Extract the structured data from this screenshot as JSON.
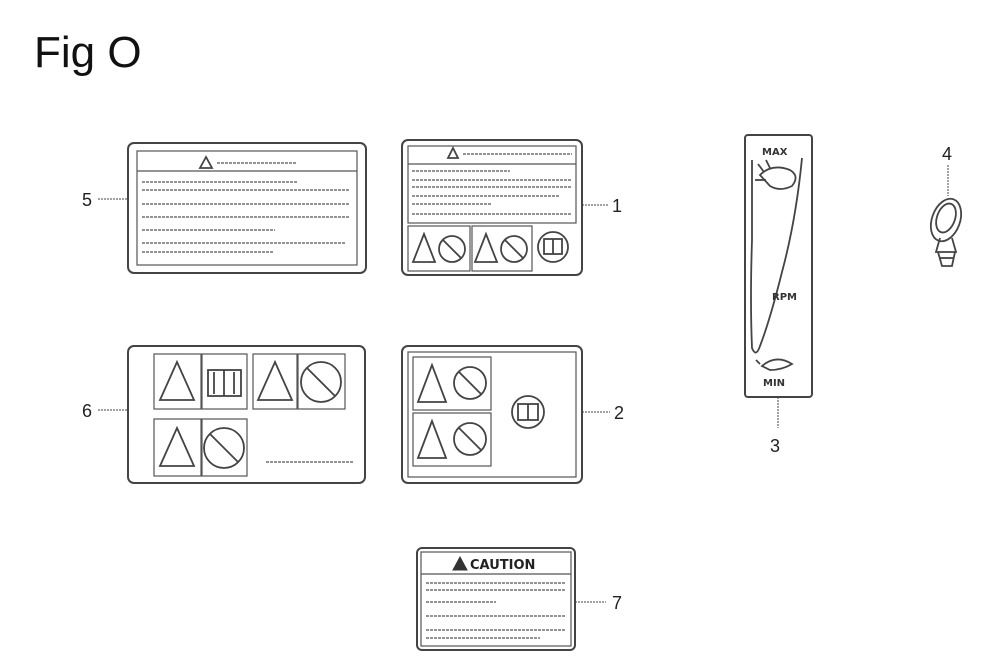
{
  "figure": {
    "title": "Fig O"
  },
  "callouts": {
    "c1": "1",
    "c2": "2",
    "c3": "3",
    "c4": "4",
    "c5": "5",
    "c6": "6",
    "c7": "7"
  },
  "throttle_label": {
    "max": "MAX",
    "rpm": "RPM",
    "min": "MIN"
  },
  "caution_label": {
    "heading": "CAUTION"
  }
}
